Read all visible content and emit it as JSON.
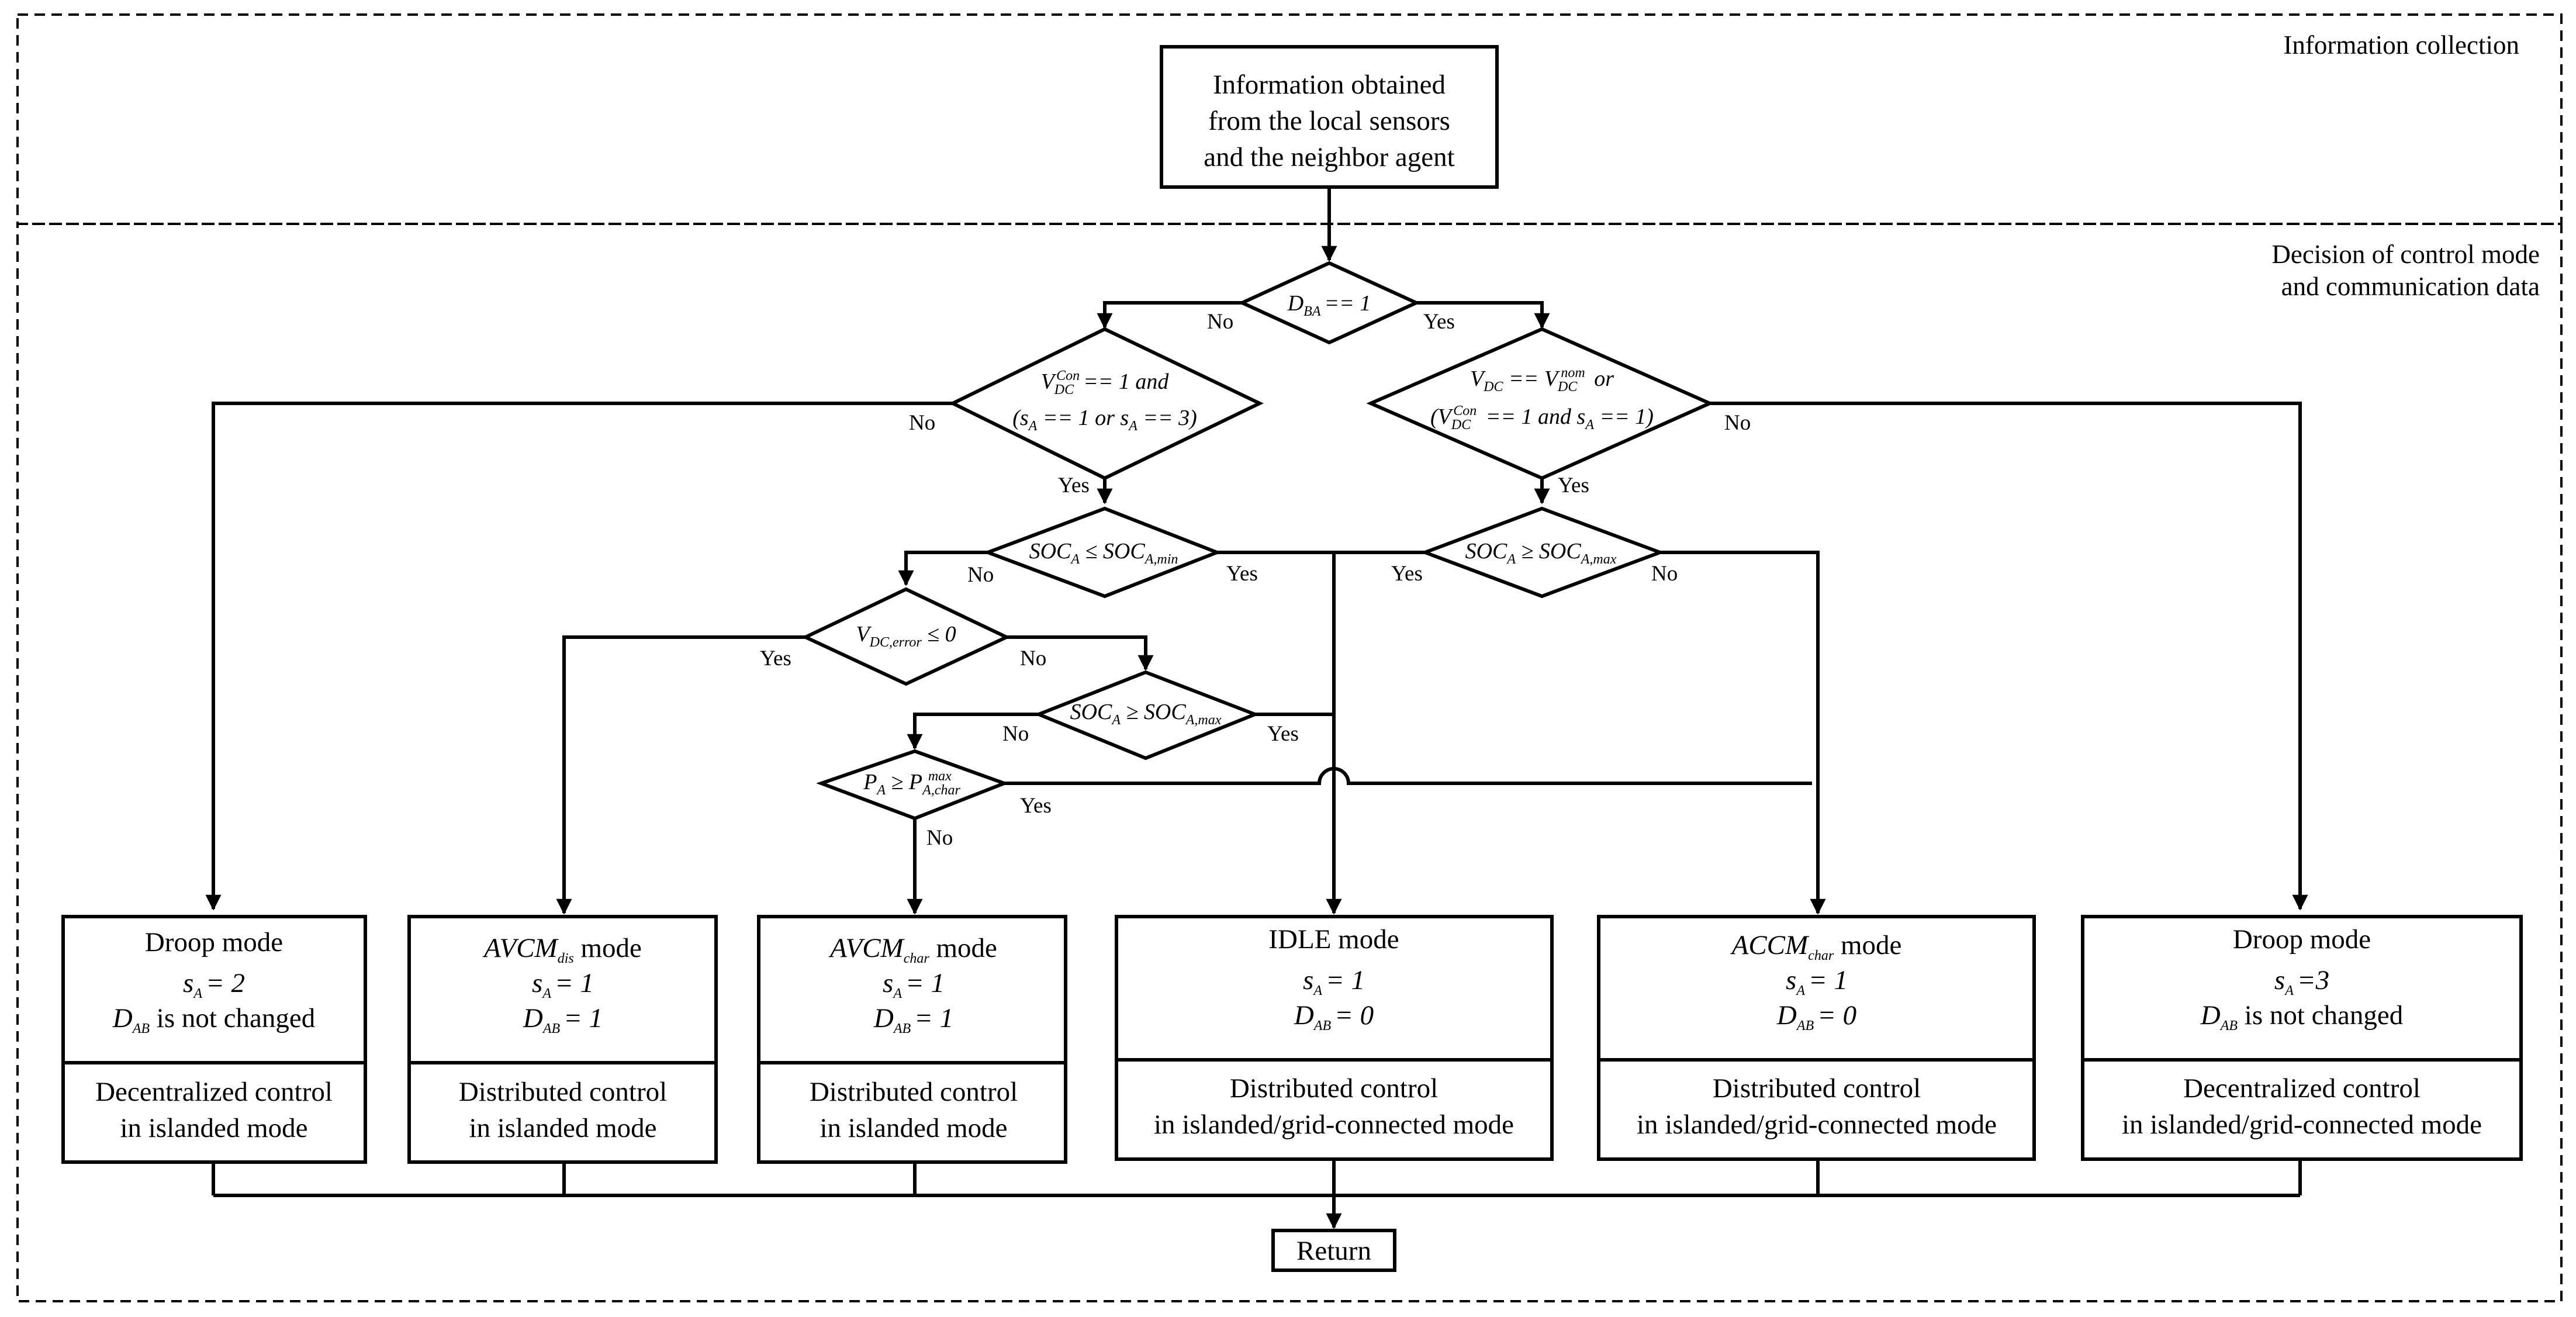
{
  "sections": {
    "info": "Information collection",
    "decision_1": "Decision of control mode",
    "decision_2": "and communication data"
  },
  "start": {
    "line1": "Information obtained",
    "line2": "from the local sensors",
    "line3": "and the neighbor agent"
  },
  "return_label": "Return",
  "branch": {
    "yes": "Yes",
    "no": "No"
  },
  "conditions": {
    "d_ba": {
      "var": "D",
      "sub": "BA",
      "rest": "== 1"
    },
    "vdc_con_left": {
      "var": "V",
      "sub": "DC",
      "sup": "Con",
      "rest": "== 1 and",
      "line2": "(s",
      "line2_sub": "A",
      "line2_mid": " == 1 or s",
      "line2_sub2": "A",
      "line2_end": " == 3)"
    },
    "vdc_nom_right": {
      "var": "V",
      "sub": "DC",
      "mid": " == V",
      "sub2": "DC",
      "sup2": "nom",
      "end": " or",
      "line2": "(V",
      "line2_sub": "DC",
      "line2_sup": "Con",
      "line2_mid": " == 1 and s",
      "line2_sub2": "A",
      "line2_end": " == 1)"
    },
    "soc_min": {
      "var": "SOC",
      "sub": "A",
      "op": " ≤ SOC",
      "sub2": "A,min"
    },
    "soc_max_right": {
      "var": "SOC",
      "sub": "A",
      "op": " ≥ SOC",
      "sub2": "A,max"
    },
    "v_error": {
      "var": "V",
      "sub": "DC,error",
      "op": " ≤ 0"
    },
    "soc_max_mid": {
      "var": "SOC",
      "sub": "A",
      "op": " ≥ SOC",
      "sub2": "A,max"
    },
    "p_char": {
      "var": "P",
      "sub": "A",
      "op": " ≥ P",
      "sub2": "A,char",
      "sup2": "max"
    }
  },
  "modes": [
    {
      "title": "Droop mode",
      "title_italic": "",
      "title_sub": "",
      "s_line": "s",
      "s_sub": "A",
      "s_val": "= 2",
      "d_line": "D",
      "d_sub": "AB",
      "d_val": " is not changed",
      "control_1": "Decentralized control",
      "control_2": "in islanded mode"
    },
    {
      "title": " mode",
      "title_italic": "AVCM",
      "title_sub": "dis",
      "s_line": "s",
      "s_sub": "A",
      "s_val": "= 1",
      "d_line": "D",
      "d_sub": "AB",
      "d_val": "= 1",
      "control_1": "Distributed control",
      "control_2": "in islanded mode"
    },
    {
      "title": " mode",
      "title_italic": "AVCM",
      "title_sub": "char",
      "s_line": "s",
      "s_sub": "A",
      "s_val": "= 1",
      "d_line": "D",
      "d_sub": "AB",
      "d_val": "= 1",
      "control_1": "Distributed control",
      "control_2": "in islanded mode"
    },
    {
      "title": "IDLE mode",
      "title_italic": "",
      "title_sub": "",
      "s_line": "s",
      "s_sub": "A",
      "s_val": "= 1",
      "d_line": "D",
      "d_sub": "AB",
      "d_val": "= 0",
      "control_1": "Distributed control",
      "control_2": "in islanded/grid-connected mode"
    },
    {
      "title": " mode",
      "title_italic": "ACCM",
      "title_sub": "char",
      "s_line": "s",
      "s_sub": "A",
      "s_val": "= 1",
      "d_line": "D",
      "d_sub": "AB",
      "d_val": "= 0",
      "control_1": "Distributed control",
      "control_2": "in islanded/grid-connected mode"
    },
    {
      "title": "Droop mode",
      "title_italic": "",
      "title_sub": "",
      "s_line": "s",
      "s_sub": "A",
      "s_val": "=3",
      "d_line": "D",
      "d_sub": "AB",
      "d_val": " is not changed",
      "control_1": "Decentralized control",
      "control_2": "in islanded/grid-connected mode"
    }
  ]
}
